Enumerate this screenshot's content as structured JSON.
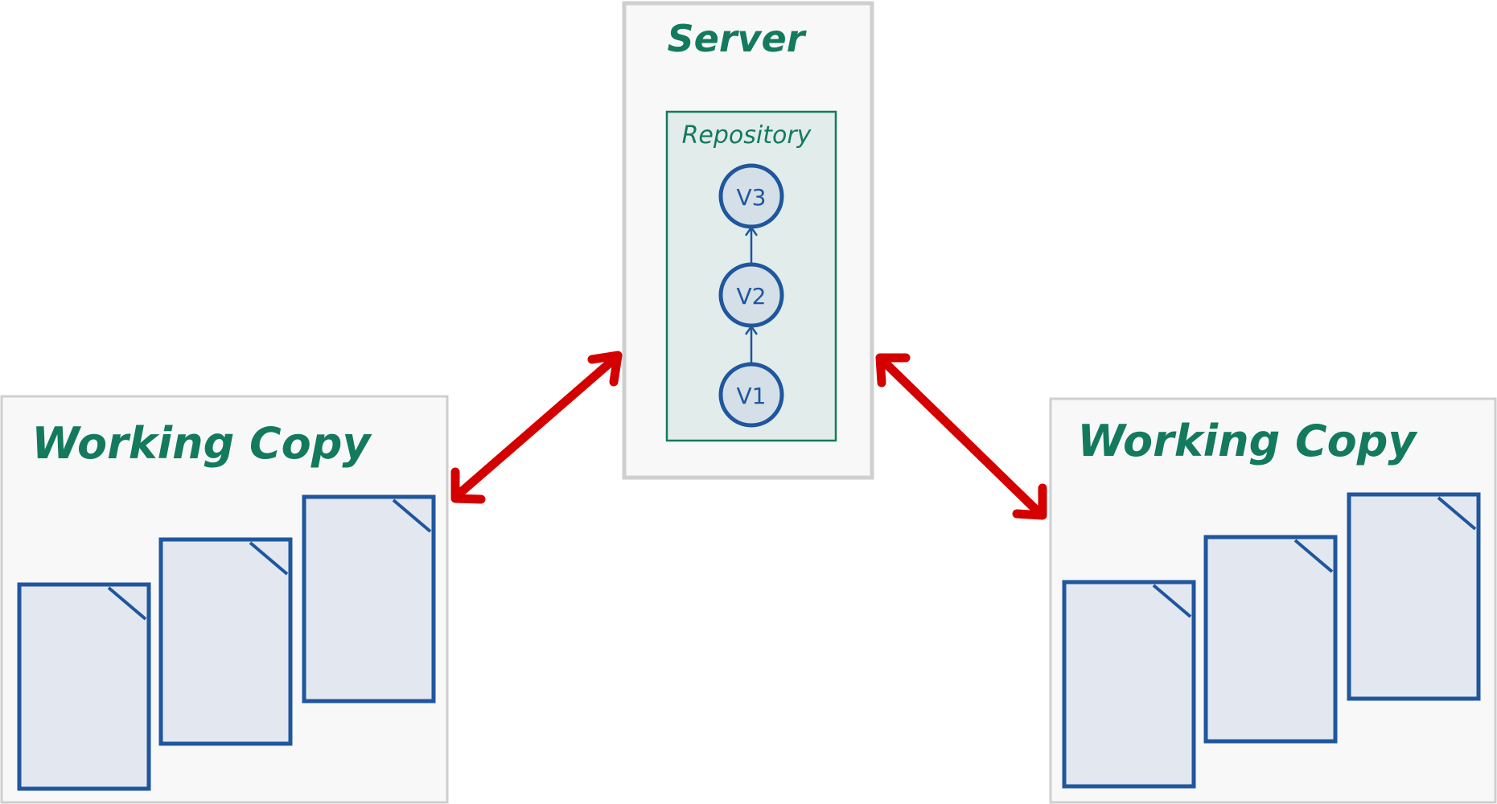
{
  "colors": {
    "panel_fill": "#f8f8f8",
    "panel_stroke": "#cfcfcf",
    "repo_fill": "#e2eceb",
    "green_text": "#137a5d",
    "blue": "#1f569e",
    "doc_fill": "#e3e8f0",
    "node_fill": "#d4dfe7",
    "arrow_red": "#d40000"
  },
  "server": {
    "title": "Server",
    "repository": {
      "title": "Repository",
      "versions": [
        {
          "id": "v3",
          "label": "V3"
        },
        {
          "id": "v2",
          "label": "V2"
        },
        {
          "id": "v1",
          "label": "V1"
        }
      ]
    }
  },
  "working_copies": [
    {
      "id": "left",
      "title": "Working Copy",
      "document_count": 3
    },
    {
      "id": "right",
      "title": "Working Copy",
      "document_count": 3
    }
  ],
  "connections": [
    {
      "from": "left-working-copy",
      "to": "server",
      "direction": "bidirectional",
      "icon": "double-headed-arrow"
    },
    {
      "from": "server",
      "to": "right-working-copy",
      "direction": "bidirectional",
      "icon": "double-headed-arrow"
    }
  ]
}
